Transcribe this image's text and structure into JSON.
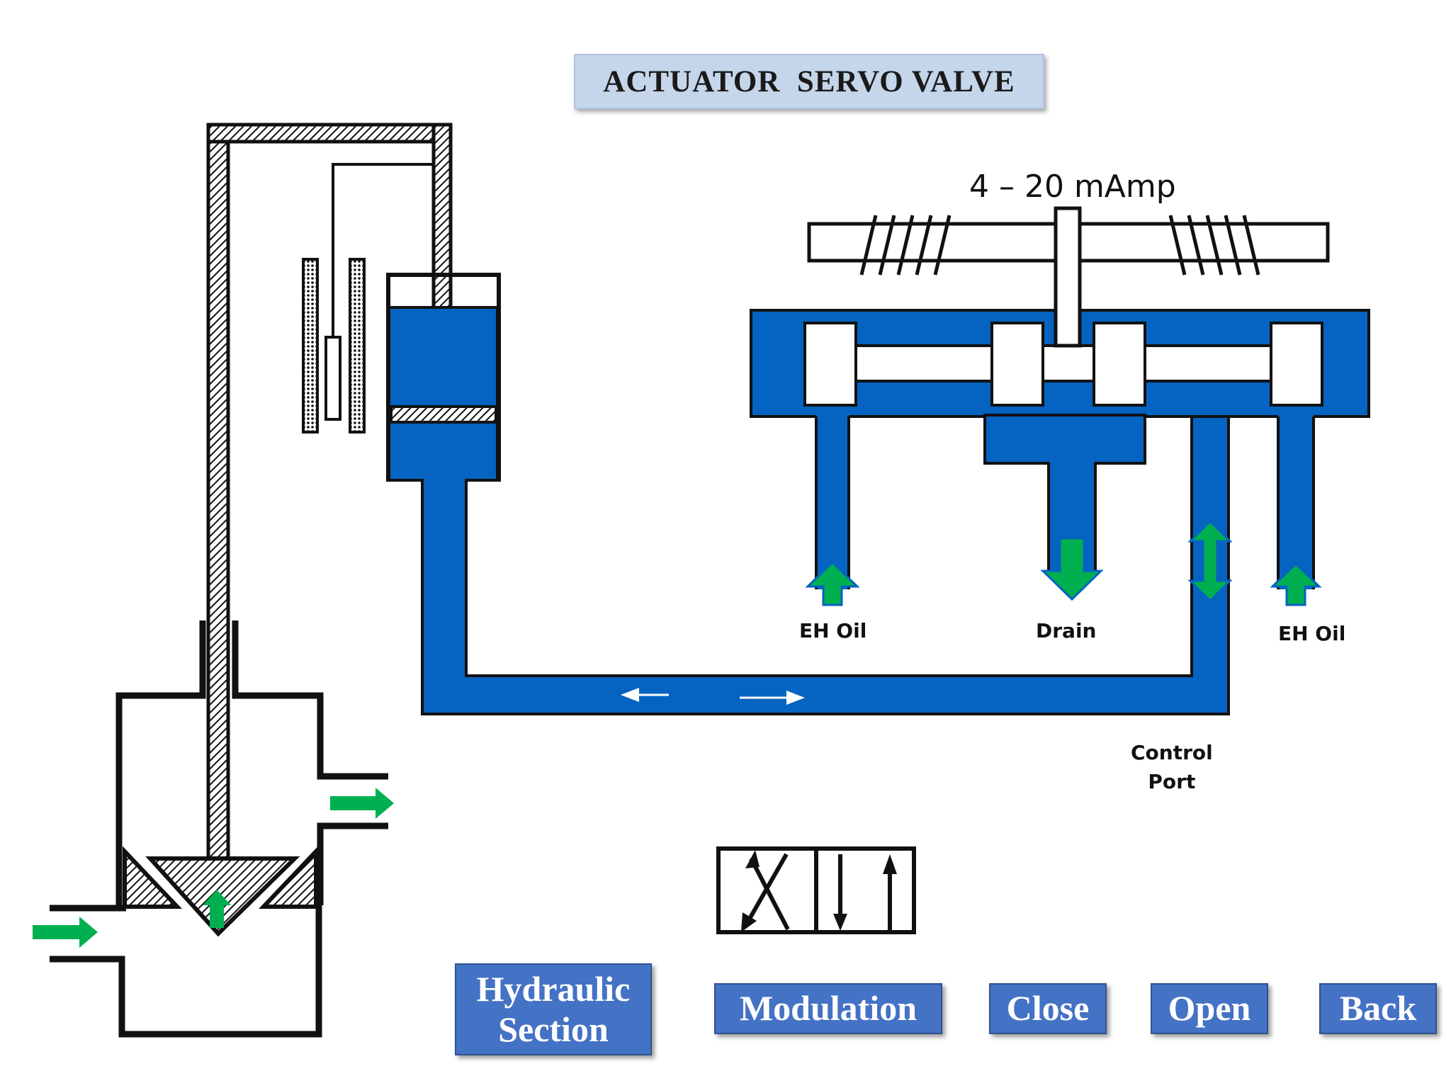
{
  "title": "ACTUATOR  SERVO VALVE",
  "signal_label": "4 – 20 mAmp",
  "labels": {
    "eh_oil_left": "EH Oil",
    "drain": "Drain",
    "eh_oil_right": "EH Oil",
    "control_port_line1": "Control",
    "control_port_line2": "Port"
  },
  "buttons": {
    "hydraulic_line1": "Hydraulic",
    "hydraulic_line2": "Section",
    "modulation": "Modulation",
    "close": "Close",
    "open": "Open",
    "back": "Back"
  },
  "colors": {
    "oil": "#0563c1",
    "flow_arrow": "#00b050",
    "button": "#4472c4",
    "title_bg": "#c5d5ea"
  }
}
